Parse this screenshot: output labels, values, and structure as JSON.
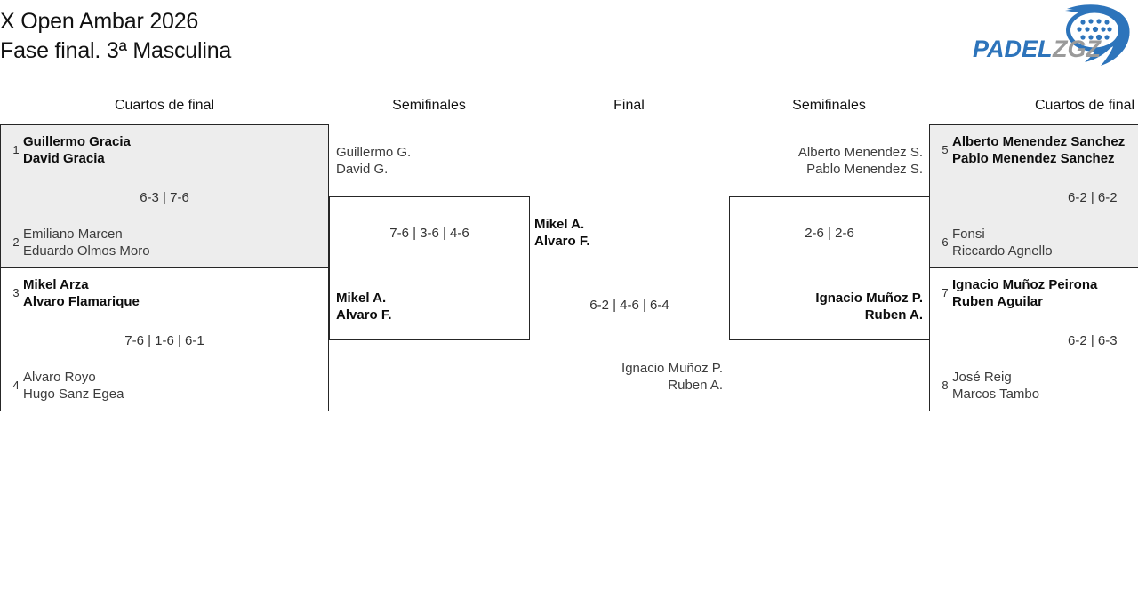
{
  "header": {
    "title_line1": "X Open Ambar 2026",
    "title_line2": "Fase final. 3ª Masculina",
    "logo": {
      "text_primary": "PADEL",
      "text_secondary": "ZGZ",
      "primary_color": "#2d74bb",
      "secondary_color": "#9a9a9a",
      "icon": "padel-racket-icon"
    }
  },
  "columns": {
    "qf_left": "Cuartos de final",
    "sf_left": "Semifinales",
    "final": "Final",
    "sf_right": "Semifinales",
    "qf_right": "Cuartos de final"
  },
  "colors": {
    "shaded_box": "#ededed",
    "box_border": "#262626",
    "winner_text": "#0d0d0d",
    "loser_text": "#3c3c3c",
    "score_text": "#333333"
  },
  "bracket": {
    "quarterfinals_left": [
      {
        "shaded": true,
        "score": "6-3 | 7-6",
        "top": {
          "seed": "1",
          "p1": "Guillermo Gracia",
          "p2": "David Gracia",
          "winner": true
        },
        "bottom": {
          "seed": "2",
          "p1": "Emiliano Marcen",
          "p2": "Eduardo Olmos Moro",
          "winner": false
        }
      },
      {
        "shaded": false,
        "score": "7-6 | 1-6 | 6-1",
        "top": {
          "seed": "3",
          "p1": "Mikel Arza",
          "p2": "Alvaro Flamarique",
          "winner": true
        },
        "bottom": {
          "seed": "4",
          "p1": "Alvaro Royo",
          "p2": "Hugo Sanz Egea",
          "winner": false
        }
      }
    ],
    "quarterfinals_right": [
      {
        "shaded": true,
        "score": "6-2 | 6-2",
        "top": {
          "seed": "5",
          "p1": "Alberto Menendez Sanchez",
          "p2": "Pablo Menendez Sanchez",
          "winner": true
        },
        "bottom": {
          "seed": "6",
          "p1": "Fonsi",
          "p2": "Riccardo Agnello",
          "winner": false
        }
      },
      {
        "shaded": false,
        "score": "6-2 | 6-3",
        "top": {
          "seed": "7",
          "p1": "Ignacio Muñoz Peirona",
          "p2": "Ruben Aguilar",
          "winner": true
        },
        "bottom": {
          "seed": "8",
          "p1": "José Reig",
          "p2": "Marcos Tambo",
          "winner": false
        }
      }
    ],
    "semifinal_left": {
      "score": "7-6 | 3-6 | 4-6",
      "top": {
        "p1": "Guillermo G.",
        "p2": "David G.",
        "winner": false
      },
      "bottom": {
        "p1": "Mikel A.",
        "p2": "Alvaro F.",
        "winner": true
      }
    },
    "semifinal_right": {
      "score": "2-6 | 2-6",
      "top": {
        "p1": "Alberto Menendez S.",
        "p2": "Pablo Menendez S.",
        "winner": false
      },
      "bottom": {
        "p1": "Ignacio Muñoz P.",
        "p2": "Ruben A.",
        "winner": true
      }
    },
    "final": {
      "score": "6-2 | 4-6 | 6-4",
      "top": {
        "p1": "Mikel A.",
        "p2": "Alvaro F.",
        "winner": true
      },
      "bottom": {
        "p1": "Ignacio Muñoz P.",
        "p2": "Ruben A.",
        "winner": false
      }
    }
  }
}
